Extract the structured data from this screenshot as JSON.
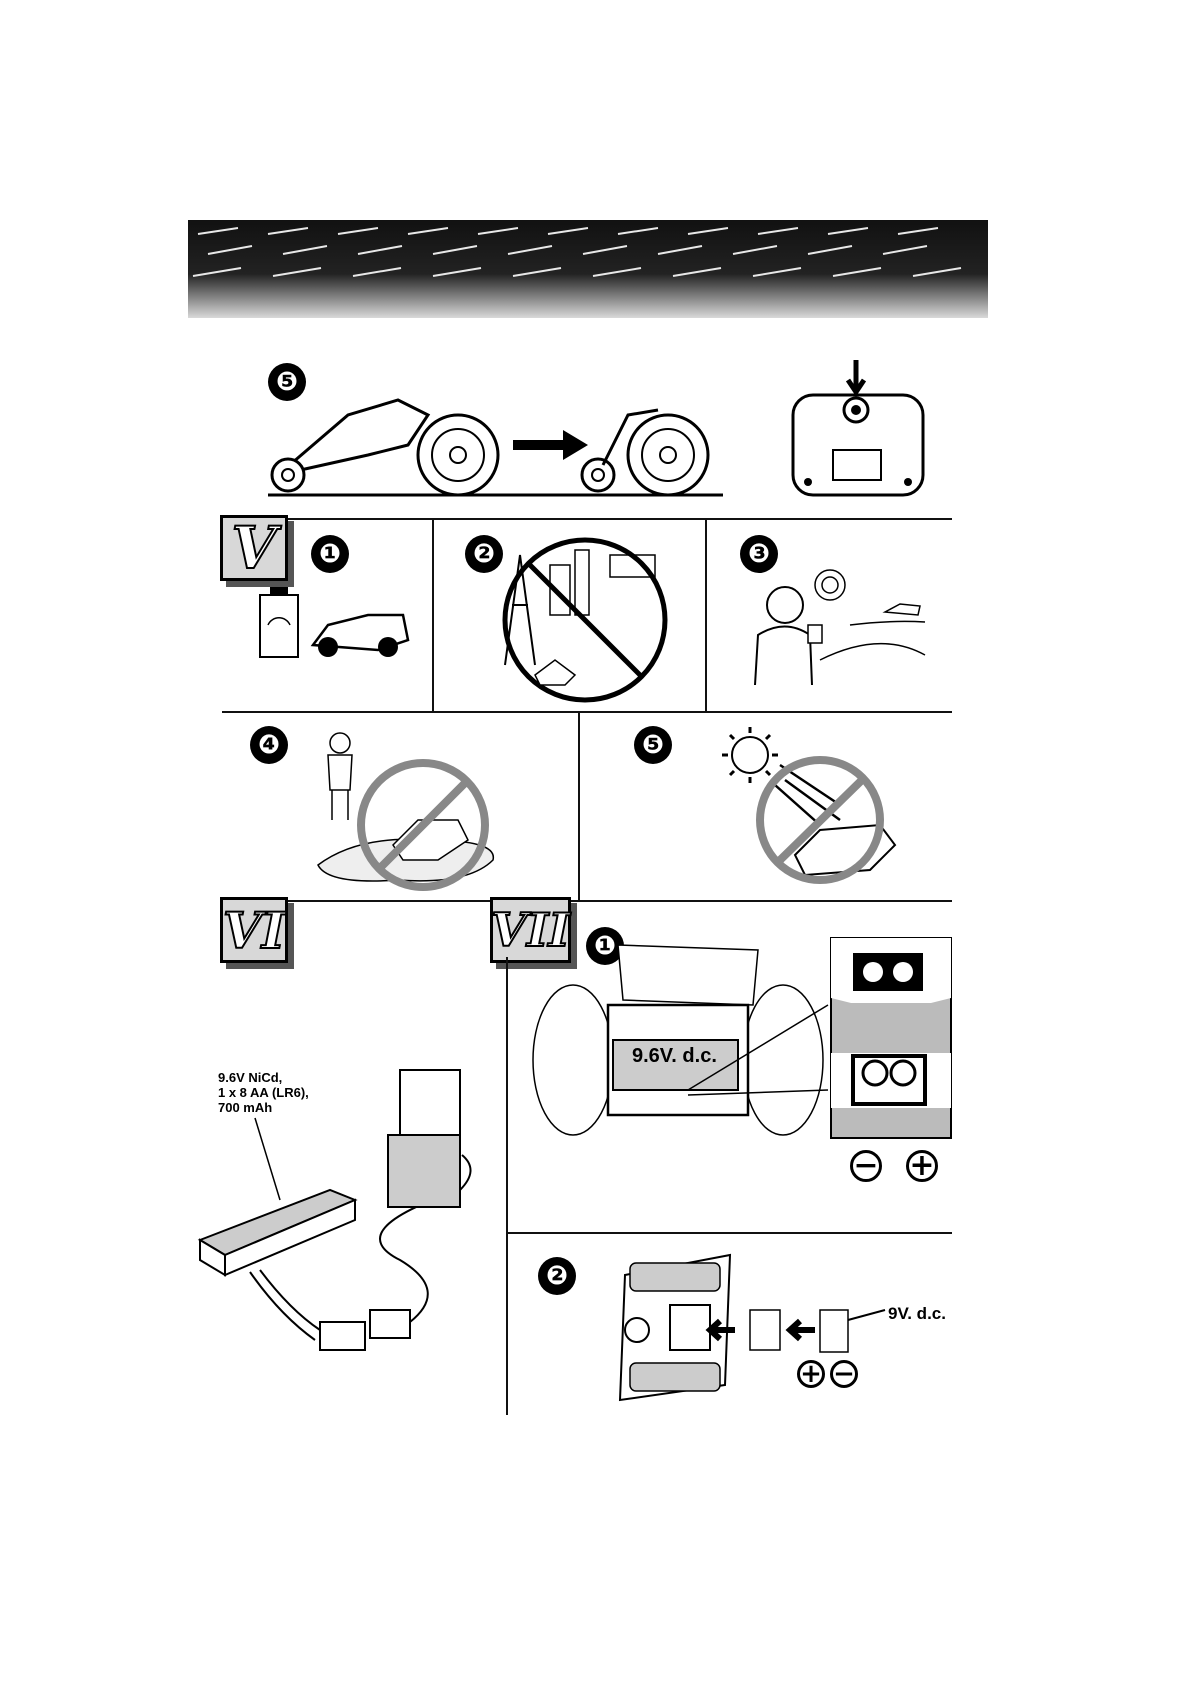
{
  "header": {
    "banner": "tire-tread-banner"
  },
  "step5_top": {
    "number": "❺"
  },
  "section_v": {
    "roman": "V",
    "steps": [
      {
        "number": "❶"
      },
      {
        "number": "❷"
      },
      {
        "number": "❸"
      },
      {
        "number": "❹"
      },
      {
        "number": "❺"
      }
    ]
  },
  "section_vi": {
    "roman": "VI",
    "battery_label": [
      "9.6V NiCd,",
      "1 x 8 AA (LR6),",
      "700 mAh"
    ]
  },
  "section_vii": {
    "roman": "VII",
    "step1": {
      "number": "❶",
      "voltage_label": "9.6V. d.c.",
      "minus": "−",
      "plus": "+"
    },
    "step2": {
      "number": "❷",
      "voltage_label": "9V. d.c.",
      "plus": "+",
      "minus": "−"
    }
  }
}
